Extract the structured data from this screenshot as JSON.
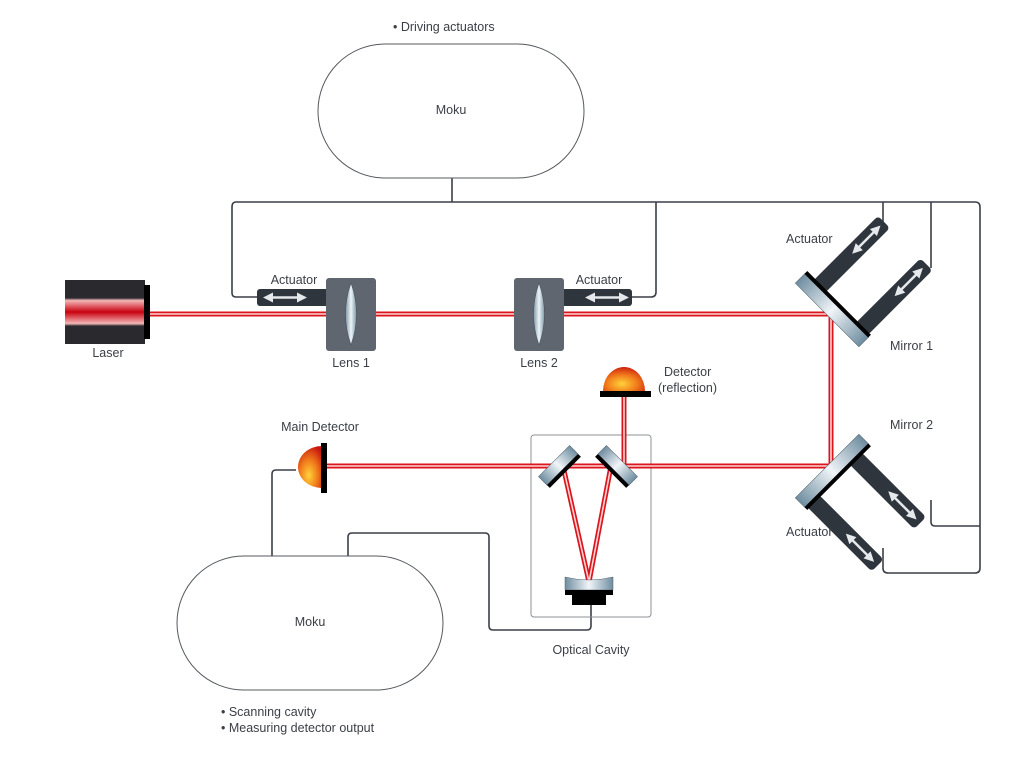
{
  "diagram": {
    "moku_top": {
      "label": "Moku",
      "note": "• Driving actuators"
    },
    "moku_bottom": {
      "label": "Moku",
      "notes": [
        "• Scanning cavity",
        "• Measuring detector output"
      ]
    },
    "laser": {
      "label": "Laser"
    },
    "lens1": {
      "label": "Lens 1",
      "actuator_label": "Actuator"
    },
    "lens2": {
      "label": "Lens 2",
      "actuator_label": "Actuator"
    },
    "mirror1": {
      "label": "Mirror 1",
      "actuator_label": "Actuator"
    },
    "mirror2": {
      "label": "Mirror 2",
      "actuator_label": "Actuator"
    },
    "detector_reflection": {
      "label_line1": "Detector",
      "label_line2": "(reflection)"
    },
    "main_detector": {
      "label": "Main Detector"
    },
    "optical_cavity": {
      "label": "Optical Cavity"
    },
    "colors": {
      "beam": "#d9161d",
      "actuator": "#2f353d",
      "wire": "#3a3f47",
      "lens_mount": "#5f6670"
    }
  }
}
